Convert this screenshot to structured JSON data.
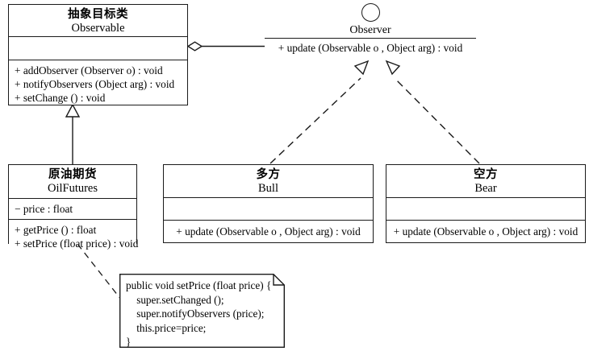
{
  "diagram": {
    "title": "Observer pattern UML class diagram",
    "stroke_color": "#1a1a1a",
    "background_color": "#ffffff"
  },
  "classes": {
    "observable": {
      "name_cn": "抽象目标类",
      "name_en": "Observable",
      "attributes": [],
      "operations": [
        "+ addObserver (Observer o) : void",
        "+ notifyObservers (Object arg) : void",
        "+ setChange () : void"
      ]
    },
    "oil_futures": {
      "name_cn": "原油期货",
      "name_en": "OilFutures",
      "attributes": [
        "− price : float"
      ],
      "operations": [
        "+ getPrice () : float",
        "+ setPrice (float price) : void"
      ]
    },
    "bull": {
      "name_cn": "多方",
      "name_en": "Bull",
      "attributes": [],
      "operations": [
        "+ update (Observable o , Object arg) : void"
      ]
    },
    "bear": {
      "name_cn": "空方",
      "name_en": "Bear",
      "attributes": [],
      "operations": [
        "+ update (Observable o , Object arg) : void"
      ]
    }
  },
  "interface": {
    "name": "Observer",
    "icon": "interface-lollipop-circle",
    "operation": "+ update (Observable o , Object arg) : void"
  },
  "note": {
    "code": "public void setPrice (float price) {\n    super.setChanged ();\n    super.notifyObservers (price);\n    this.price=price;\n}"
  },
  "relationships": [
    {
      "name": "aggregation-observable-observer",
      "type": "aggregation",
      "from": "Observable",
      "to": "Observer",
      "marker": "hollow-diamond"
    },
    {
      "name": "generalization-oilfutures-observable",
      "type": "generalization",
      "from": "OilFutures",
      "to": "Observable",
      "marker": "hollow-triangle"
    },
    {
      "name": "realization-bull-observer",
      "type": "realization",
      "from": "Bull",
      "to": "Observer",
      "marker": "hollow-triangle-dashed"
    },
    {
      "name": "realization-bear-observer",
      "type": "realization",
      "from": "Bear",
      "to": "Observer",
      "marker": "hollow-triangle-dashed"
    },
    {
      "name": "note-anchor-oilfutures",
      "type": "note-anchor",
      "from": "note",
      "to": "OilFutures",
      "marker": "dashed-line"
    }
  ]
}
